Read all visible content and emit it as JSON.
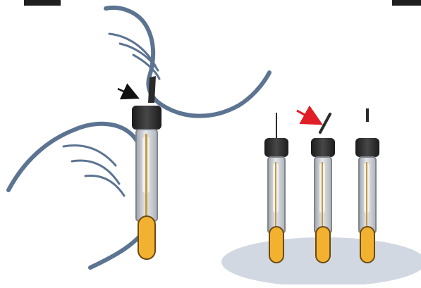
{
  "figure": {
    "panels": [
      {
        "id": "hand-operation",
        "description_tag": "hand-holding-swab-tube"
      },
      {
        "id": "three-tube-sequence",
        "description_tag": "three-tubes-on-shadow-ellipse"
      }
    ],
    "colors": {
      "outline_hand": "#5c7491",
      "cap_black": "#2b2b2b",
      "tube_gray": "#b9bcc1",
      "tube_light": "#dcdfe2",
      "swab_yellow": "#f2b12f",
      "shadow_ellipse": "#d2d8e2",
      "red_arrow": "#e01e26",
      "black_arrow": "#111111",
      "corner_tabs": "#1f1f1f"
    },
    "icons": [
      "hand-outline",
      "swab-tube-icon",
      "arrow-icon"
    ]
  }
}
